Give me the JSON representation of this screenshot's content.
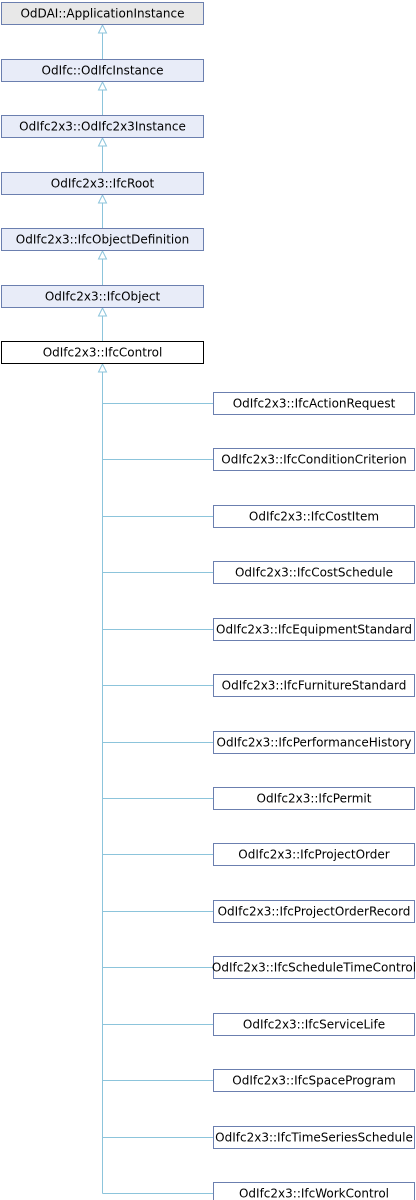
{
  "diagram": {
    "colors": {
      "base_fill": "#E8E8E8",
      "chain_fill": "#E8ECF8",
      "focus_fill": "#FFFFFF",
      "box_stroke": "#6B7FAF",
      "focus_stroke": "#000000",
      "edge": "#8CC4DB"
    },
    "chain": [
      "OdDAI::ApplicationInstance",
      "OdIfc::OdIfcInstance",
      "OdIfc2x3::OdIfc2x3Instance",
      "OdIfc2x3::IfcRoot",
      "OdIfc2x3::IfcObjectDefinition",
      "OdIfc2x3::IfcObject",
      "OdIfc2x3::IfcControl"
    ],
    "focus": "OdIfc2x3::IfcControl",
    "children": [
      "OdIfc2x3::IfcActionRequest",
      "OdIfc2x3::IfcConditionCriterion",
      "OdIfc2x3::IfcCostItem",
      "OdIfc2x3::IfcCostSchedule",
      "OdIfc2x3::IfcEquipmentStandard",
      "OdIfc2x3::IfcFurnitureStandard",
      "OdIfc2x3::IfcPerformanceHistory",
      "OdIfc2x3::IfcPermit",
      "OdIfc2x3::IfcProjectOrder",
      "OdIfc2x3::IfcProjectOrderRecord",
      "OdIfc2x3::IfcScheduleTimeControl",
      "OdIfc2x3::IfcServiceLife",
      "OdIfc2x3::IfcSpaceProgram",
      "OdIfc2x3::IfcTimeSeriesSchedule",
      "OdIfc2x3::IfcWorkControl"
    ]
  }
}
